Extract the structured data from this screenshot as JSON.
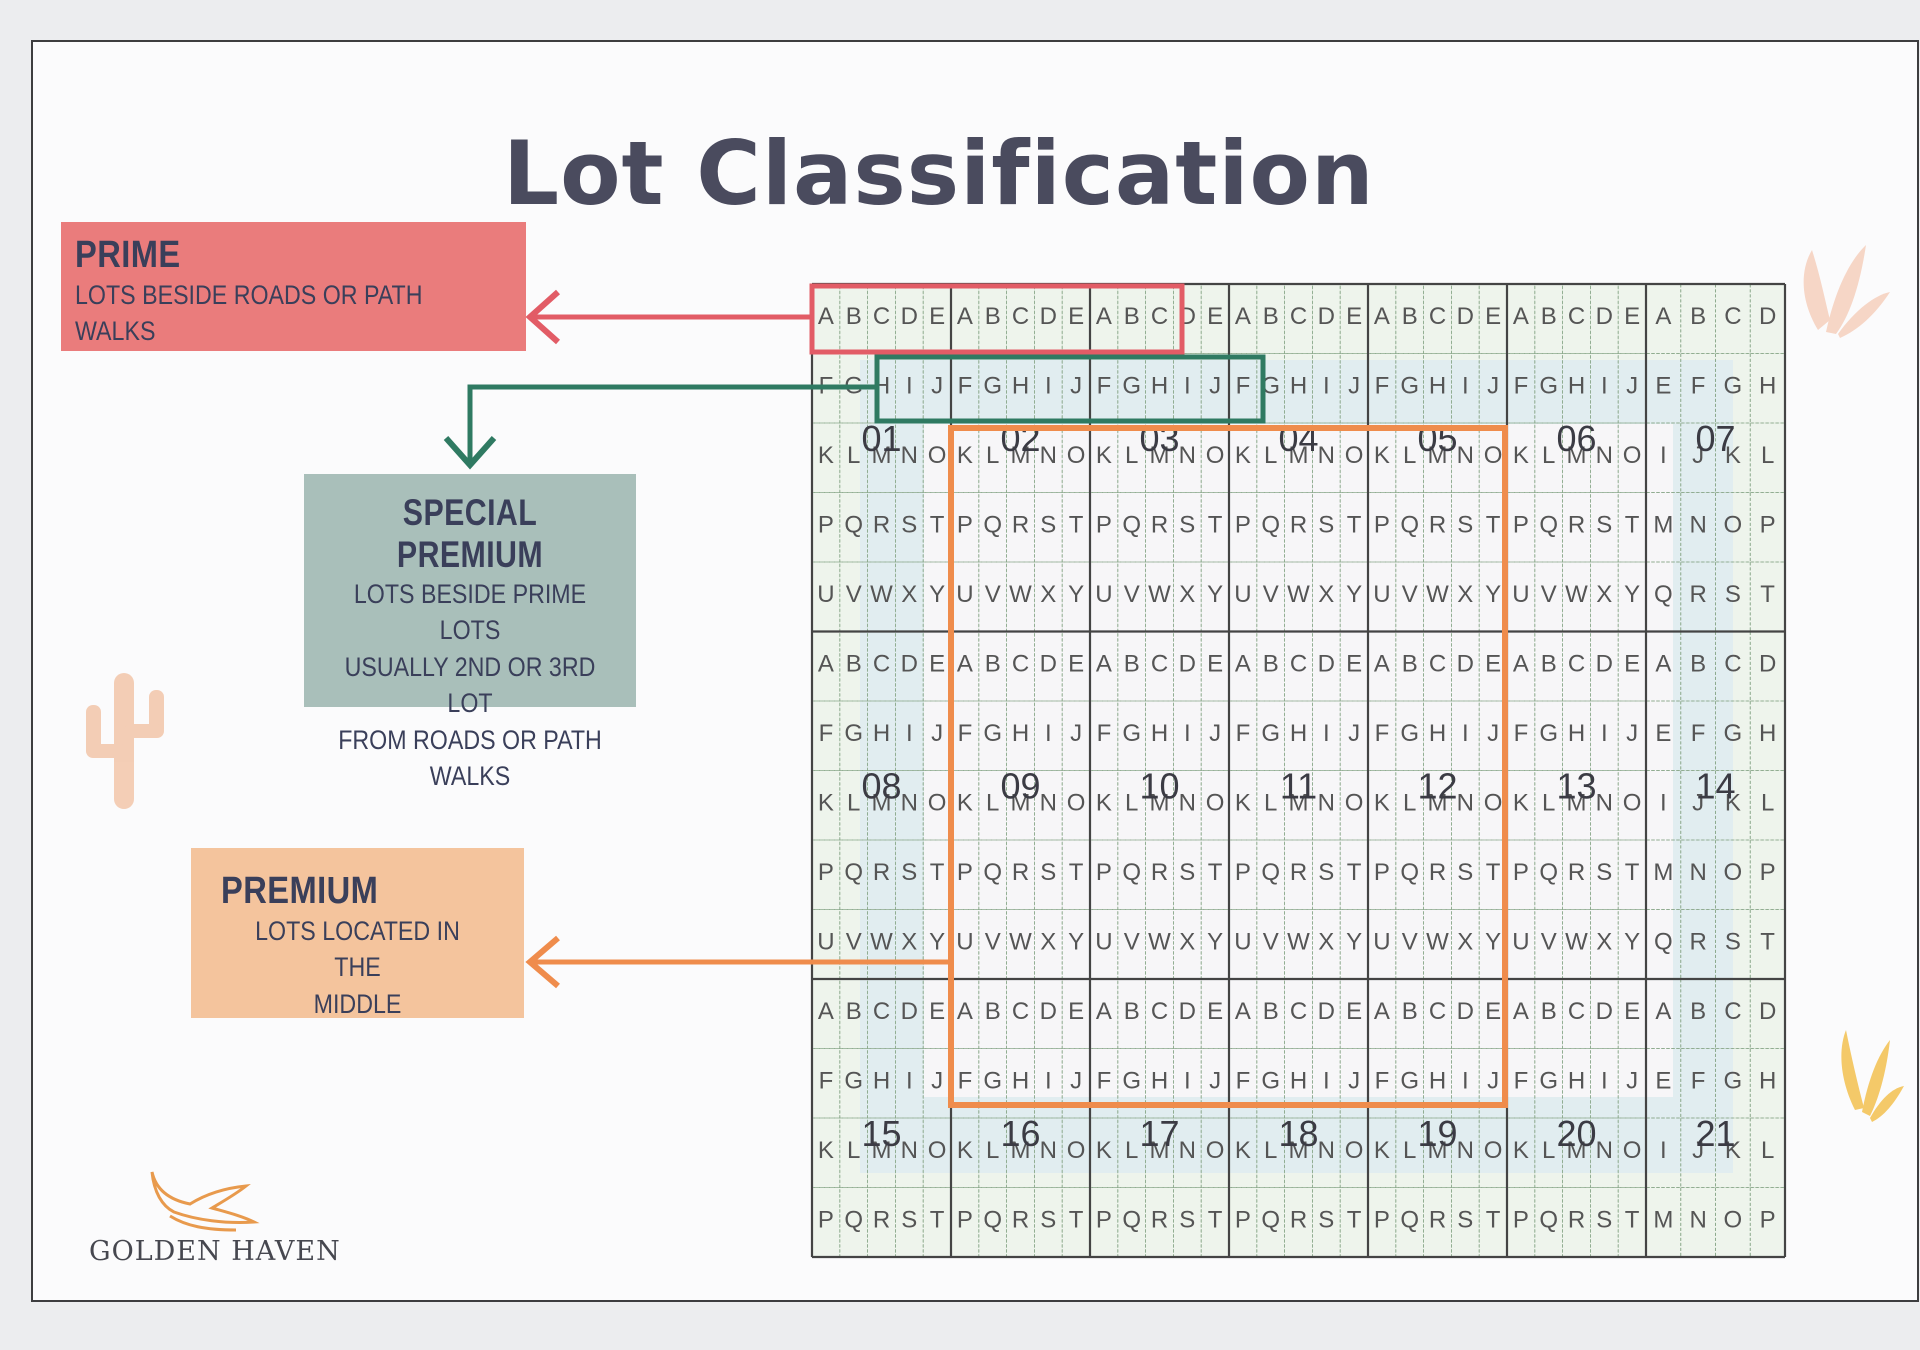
{
  "title": "Lot Classification",
  "legend": {
    "prime": {
      "heading": "PRIME",
      "description": "LOTS BESIDE ROADS OR PATH WALKS",
      "color": "#ea7c7c",
      "frame_color": "#e25c66"
    },
    "special_premium": {
      "heading": "SPECIAL PREMIUM",
      "description_lines": [
        "LOTS BESIDE PRIME LOTS",
        "USUALLY 2ND OR 3RD LOT",
        "FROM ROADS OR PATH",
        "WALKS"
      ],
      "color": "#a9bfba",
      "frame_color": "#2f7a62"
    },
    "premium": {
      "heading": "PREMIUM",
      "description_lines": [
        "LOTS LOCATED IN THE",
        "MIDDLE"
      ],
      "color": "#f4c49d",
      "frame_color": "#ef8c4c"
    }
  },
  "map": {
    "blocks": [
      "01",
      "02",
      "03",
      "04",
      "05",
      "06",
      "07",
      "08",
      "09",
      "10",
      "11",
      "12",
      "13",
      "14",
      "15",
      "16",
      "17",
      "18",
      "19",
      "20",
      "21"
    ],
    "standard_row_letters": [
      [
        "A",
        "B",
        "C",
        "D",
        "E"
      ],
      [
        "F",
        "G",
        "H",
        "I",
        "J"
      ],
      [
        "K",
        "L",
        "M",
        "N",
        "O"
      ],
      [
        "P",
        "Q",
        "R",
        "S",
        "T"
      ],
      [
        "U",
        "V",
        "W",
        "X",
        "Y"
      ]
    ],
    "block_07_row_letters": [
      [
        "A",
        "B",
        "C",
        "D"
      ],
      [
        "E",
        "F",
        "G",
        "H"
      ],
      [
        "I",
        "J",
        "K",
        "L"
      ],
      [
        "M",
        "N",
        "O",
        "P"
      ],
      [
        "Q",
        "R",
        "S",
        "T"
      ]
    ],
    "block_rows_shown": [
      5,
      5,
      4
    ]
  },
  "brand": {
    "name": "GOLDEN HAVEN",
    "icon": "golden-bird-logo"
  }
}
